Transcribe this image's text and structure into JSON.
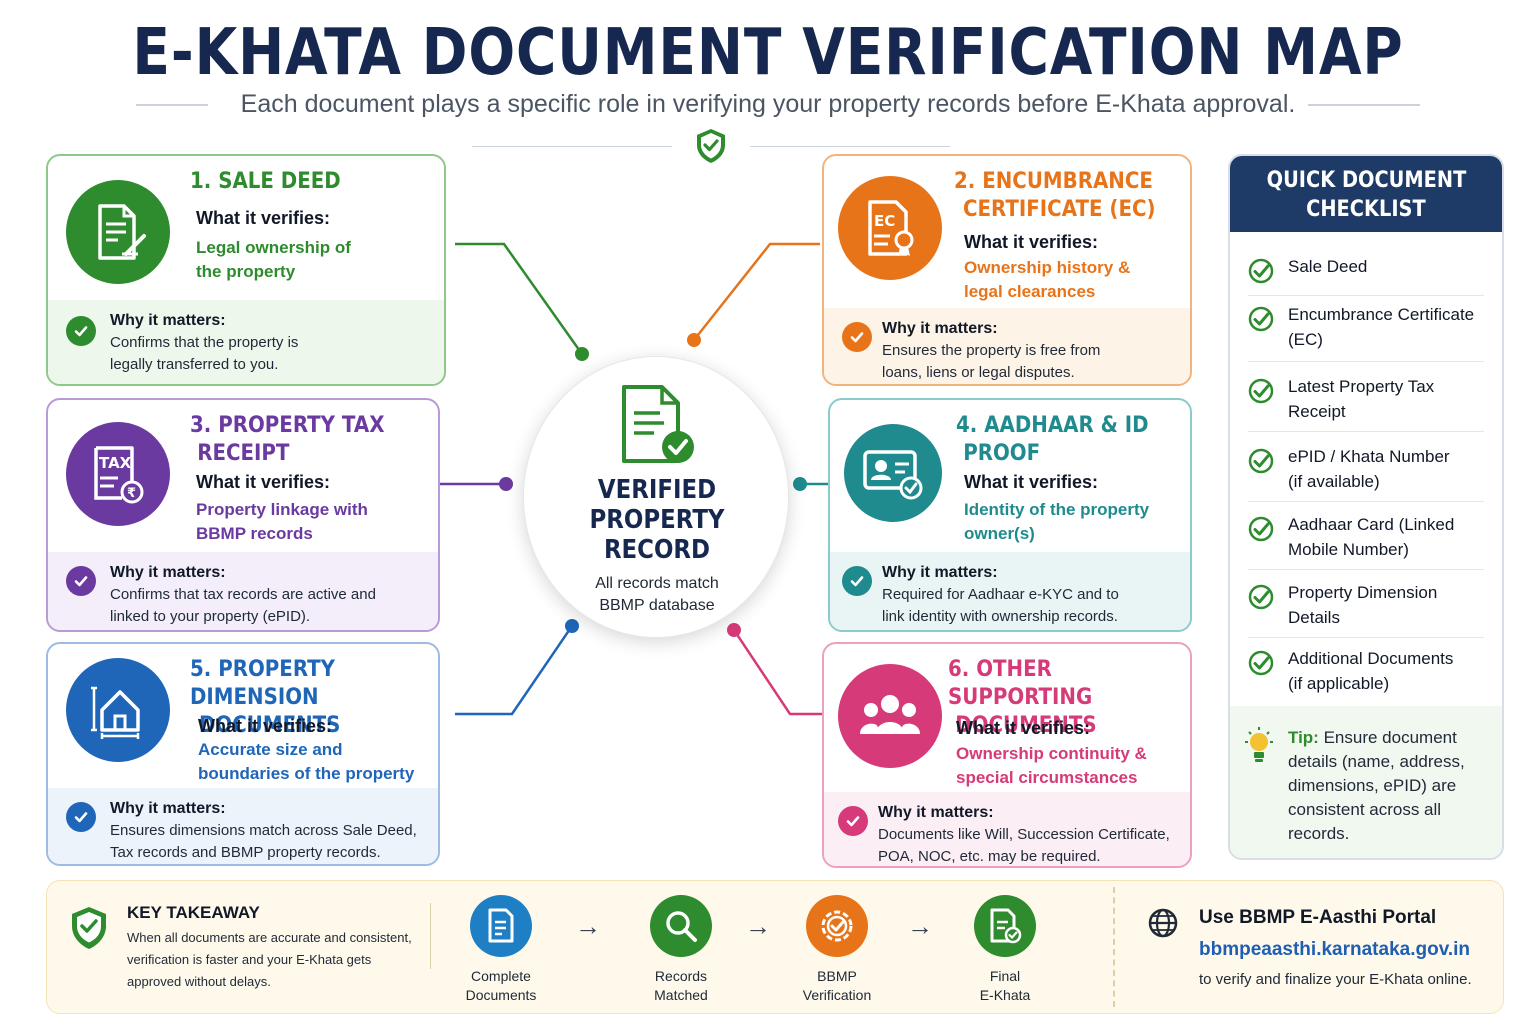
{
  "header": {
    "title": "E-KHATA DOCUMENT VERIFICATION MAP",
    "subtitle": "Each document plays a specific role in verifying your property records before E-Khata approval."
  },
  "colors": {
    "navy": "#16284f",
    "green": "#2e8b2e",
    "orange": "#e8741a",
    "purple": "#6b3aa0",
    "teal": "#1f8b8f",
    "blue": "#1f66b8",
    "pink": "#d63a78"
  },
  "cards": [
    {
      "title_lines": [
        "1. SALE DEED"
      ],
      "what_label": "What it verifies:",
      "value_lines": [
        "Legal ownership of",
        "the property"
      ],
      "why_label": "Why it matters:",
      "why_lines": [
        "Confirms that the property is",
        "legally transferred to you."
      ],
      "icon": "document-sign-icon"
    },
    {
      "title_lines": [
        "2. ENCUMBRANCE",
        "CERTIFICATE (EC)"
      ],
      "what_label": "What it verifies:",
      "value_lines": [
        "Ownership history &",
        "legal clearances"
      ],
      "why_label": "Why it matters:",
      "why_lines": [
        "Ensures the property is free from",
        "loans, liens or legal disputes."
      ],
      "icon": "certificate-icon",
      "icon_text": "EC"
    },
    {
      "title_lines": [
        "3. PROPERTY TAX",
        "RECEIPT"
      ],
      "what_label": "What it verifies:",
      "value_lines": [
        "Property linkage with",
        "BBMP records"
      ],
      "why_label": "Why it matters:",
      "why_lines": [
        "Confirms that tax records are active and",
        "linked to your property (ePID)."
      ],
      "icon": "tax-receipt-icon",
      "icon_text": "TAX"
    },
    {
      "title_lines": [
        "4. AADHAAR & ID",
        "PROOF"
      ],
      "what_label": "What it verifies:",
      "value_lines": [
        "Identity of the property",
        "owner(s)"
      ],
      "why_label": "Why it matters:",
      "why_lines": [
        "Required for Aadhaar e-KYC and to",
        "link identity with ownership records."
      ],
      "icon": "id-card-icon"
    },
    {
      "title_lines": [
        "5. PROPERTY DIMENSION",
        "DOCUMENTS"
      ],
      "what_label": "What it verifies:",
      "value_lines": [
        "Accurate size and",
        "boundaries of the property"
      ],
      "why_label": "Why it matters:",
      "why_lines": [
        "Ensures dimensions match across Sale Deed,",
        "Tax records and BBMP property records."
      ],
      "icon": "house-dimension-icon"
    },
    {
      "title_lines": [
        "6. OTHER SUPPORTING",
        "DOCUMENTS"
      ],
      "what_label": "What it verifies:",
      "value_lines": [
        "Ownership continuity &",
        "special circumstances"
      ],
      "why_label": "Why it matters:",
      "why_lines": [
        "Documents like Will, Succession Certificate,",
        "POA, NOC, etc. may be required."
      ],
      "icon": "people-group-icon"
    }
  ],
  "hub": {
    "title_lines": [
      "VERIFIED",
      "PROPERTY",
      "RECORD"
    ],
    "sub_lines": [
      "All records match",
      "BBMP database"
    ],
    "icon": "verified-document-icon"
  },
  "checklist": {
    "title_lines": [
      "QUICK DOCUMENT",
      "CHECKLIST"
    ],
    "items": [
      [
        "Sale Deed"
      ],
      [
        "Encumbrance Certificate",
        "(EC)"
      ],
      [
        "Latest Property Tax",
        "Receipt"
      ],
      [
        "ePID / Khata Number",
        "(if available)"
      ],
      [
        "Aadhaar Card (Linked",
        "Mobile Number)"
      ],
      [
        "Property Dimension",
        "Details"
      ],
      [
        "Additional Documents",
        "(if applicable)"
      ]
    ],
    "tip_label": "Tip:",
    "tip_text": "Ensure document details (name, address, dimensions, ePID) are consistent across all records.",
    "tip_icon": "lightbulb-icon"
  },
  "takeaway": {
    "title": "KEY TAKEAWAY",
    "text": "When all documents are accurate and consistent, verification is faster and your E-Khata gets approved without delays.",
    "icon": "shield-check-icon"
  },
  "steps": [
    {
      "lines": [
        "Complete",
        "Documents"
      ],
      "icon": "documents-icon"
    },
    {
      "lines": [
        "Records",
        "Matched"
      ],
      "icon": "magnifier-icon"
    },
    {
      "lines": [
        "BBMP",
        "Verification"
      ],
      "icon": "verification-badge-icon"
    },
    {
      "lines": [
        "Final",
        "E-Khata"
      ],
      "icon": "final-document-icon"
    }
  ],
  "arrow_glyph": "→",
  "portal": {
    "title": "Use BBMP E-Aasthi Portal",
    "url": "bbmpeaasthi.karnataka.gov.in",
    "text": "to verify and finalize your E-Khata online.",
    "icon": "globe-icon"
  }
}
